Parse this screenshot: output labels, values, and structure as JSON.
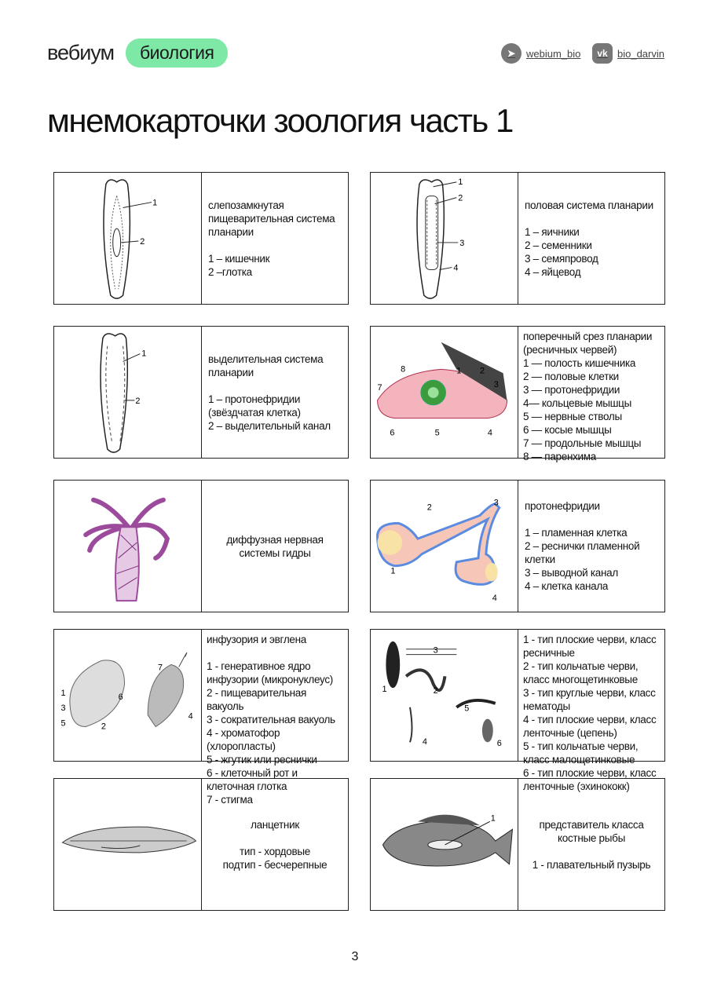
{
  "header": {
    "logo": "вебиум",
    "subject": "биология",
    "telegram": "webium_bio",
    "vk": "bio_darvin",
    "telegram_icon": "telegram-icon",
    "vk_icon": "vk-icon"
  },
  "title": "мнемокарточки зоология часть 1",
  "cards": [
    {
      "text": "слепозамкнутая пищеварительная система планарии\n\n1 – кишечник\n2 –глотка",
      "figure_labels": [
        "1",
        "2"
      ]
    },
    {
      "text": "половая система планарии\n\n1 – яичники\n2 – семенники\n3 – семяпровод\n4 – яйцевод",
      "figure_labels": [
        "1",
        "2",
        "3",
        "4"
      ]
    },
    {
      "text": "выделительная система планарии\n\n1 – протонефридии (звёздчатая клетка)\n2 – выделительный канал",
      "figure_labels": [
        "1",
        "2"
      ]
    },
    {
      "text": "поперечный срез планарии (ресничных червей)\n1 — полость кишечника\n2 — половые клетки\n3 — протонефридии\n4— кольцевые мышцы\n5 — нервные стволы\n6 — косые мышцы\n7 — продольные мышцы\n8 — паренхима",
      "figure_labels": [
        "1",
        "2",
        "3",
        "4",
        "5",
        "6",
        "7",
        "8"
      ]
    },
    {
      "text": "диффузная нервная системы гидры",
      "figure_labels": []
    },
    {
      "text": "протонефридии\n\n1 – пламенная клетка\n2 – реснички пламенной клетки\n3 – выводной канал\n4 – клетка канала",
      "figure_labels": [
        "1",
        "2",
        "3",
        "4"
      ]
    },
    {
      "text": "инфузория и эвглена\n\n1 - генеративное ядро инфузории (микронуклеус)\n2 - пищеварительная вакуоль\n3 - сократительная вакуоль\n4 - хроматофор (хлоропласты)\n5 - жгутик или реснички\n6 - клеточный рот и клеточная глотка\n7 - стигма",
      "figure_labels": [
        "1",
        "2",
        "3",
        "4",
        "5",
        "6",
        "7"
      ]
    },
    {
      "text": "1 - тип плоские черви, класс ресничные\n2 - тип кольчатые черви, класс многощетинковые\n3 - тип круглые черви, класс нематоды\n4 - тип плоские черви, класс ленточные (цепень)\n5 - тип кольчатые черви, класс малощетинковые\n6 - тип плоские черви, класс ленточные (эхинококк)",
      "figure_labels": [
        "1",
        "2",
        "3",
        "4",
        "5",
        "6"
      ]
    },
    {
      "text": "ланцетник\n\nтип - хордовые\nподтип - бесчерепные",
      "figure_labels": []
    },
    {
      "text": "представитель класса костные рыбы\n\n1 - плавательный пузырь",
      "figure_labels": [
        "1"
      ]
    }
  ],
  "page_number": "3"
}
